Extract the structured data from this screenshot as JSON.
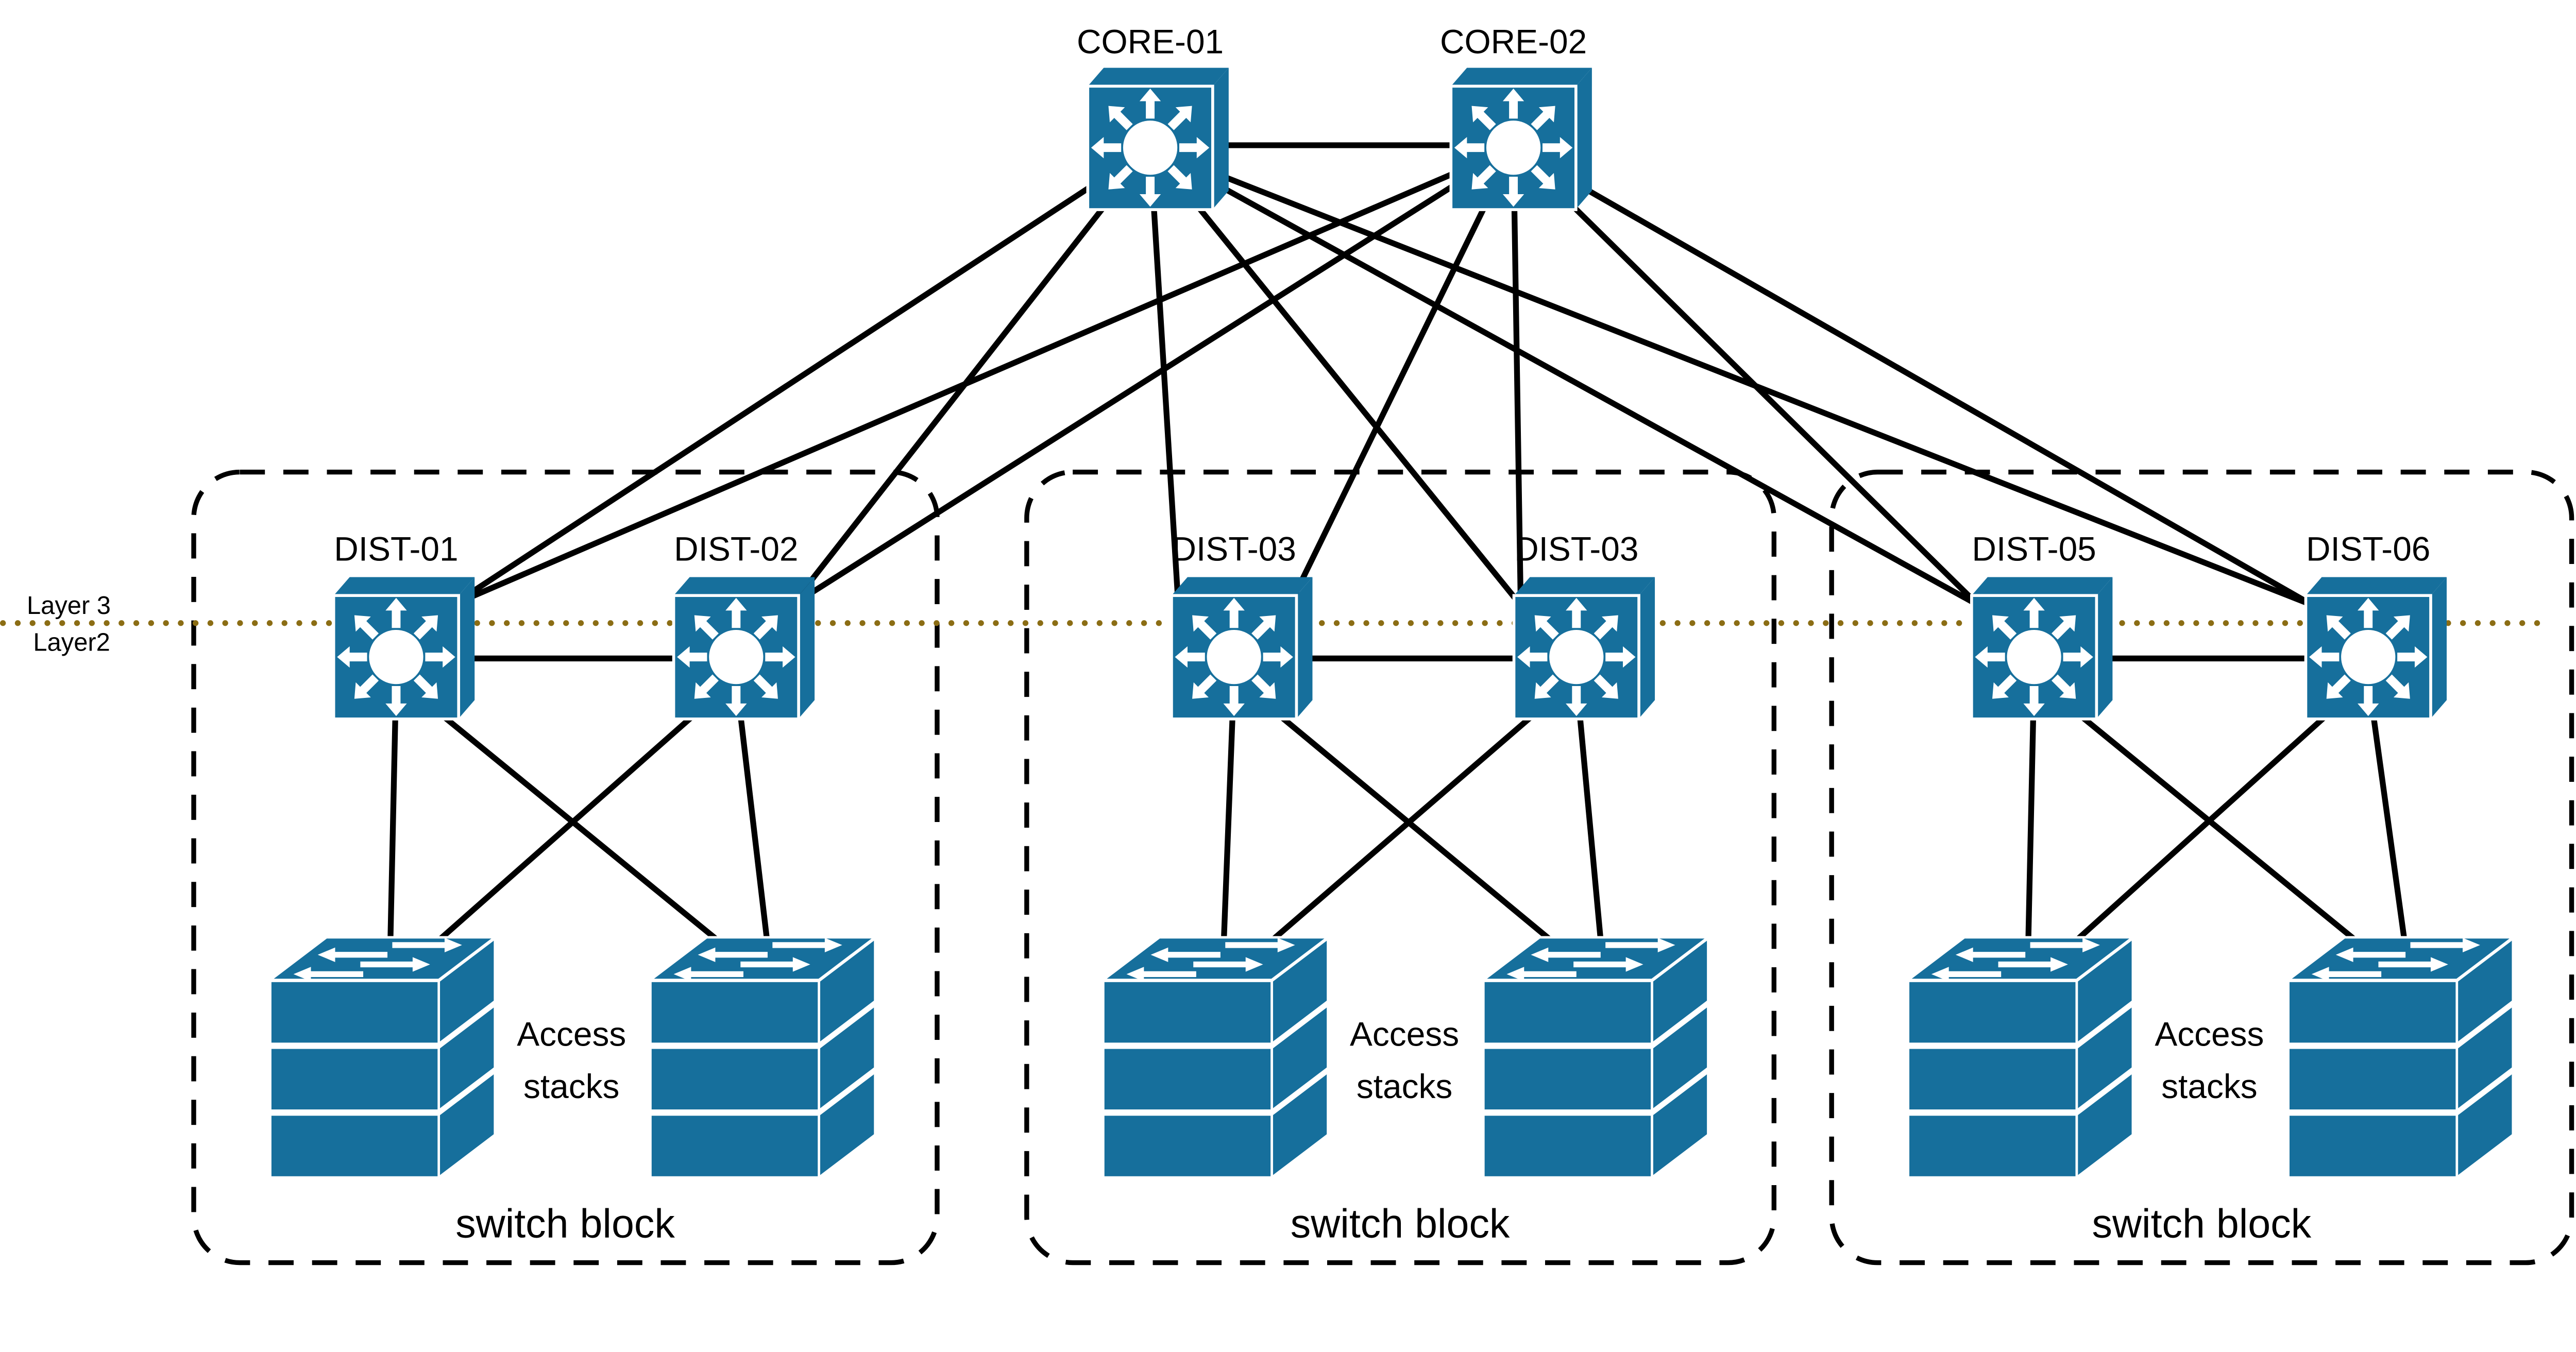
{
  "cores": [
    {
      "label": "CORE-01"
    },
    {
      "label": "CORE-02"
    }
  ],
  "layer_boundary": {
    "label_above": "Layer 3",
    "label_below": "Layer2",
    "color": "#8B6D14"
  },
  "blocks": [
    {
      "name": "switch block",
      "dists": [
        "DIST-01",
        "DIST-02"
      ],
      "access": [
        "Access",
        "stacks"
      ]
    },
    {
      "name": "switch block",
      "dists": [
        "DIST-03",
        "DIST-03"
      ],
      "access": [
        "Access",
        "stacks"
      ]
    },
    {
      "name": "switch block",
      "dists": [
        "DIST-05",
        "DIST-06"
      ],
      "access": [
        "Access",
        "stacks"
      ]
    }
  ],
  "colors": {
    "device_fill": "#166F9C",
    "link": "#000000",
    "block_border": "#000000",
    "background": "#FFFFFF"
  },
  "topology": {
    "core_interconnect": "CORE-01 to CORE-02",
    "core_to_distribution": "each core links to all six distribution switches",
    "distribution_pairs": [
      "DIST-01 to DIST-02",
      "DIST-03 to DIST-03",
      "DIST-05 to DIST-06"
    ],
    "distribution_to_access": "each distribution switch links to both access stacks in its block"
  }
}
